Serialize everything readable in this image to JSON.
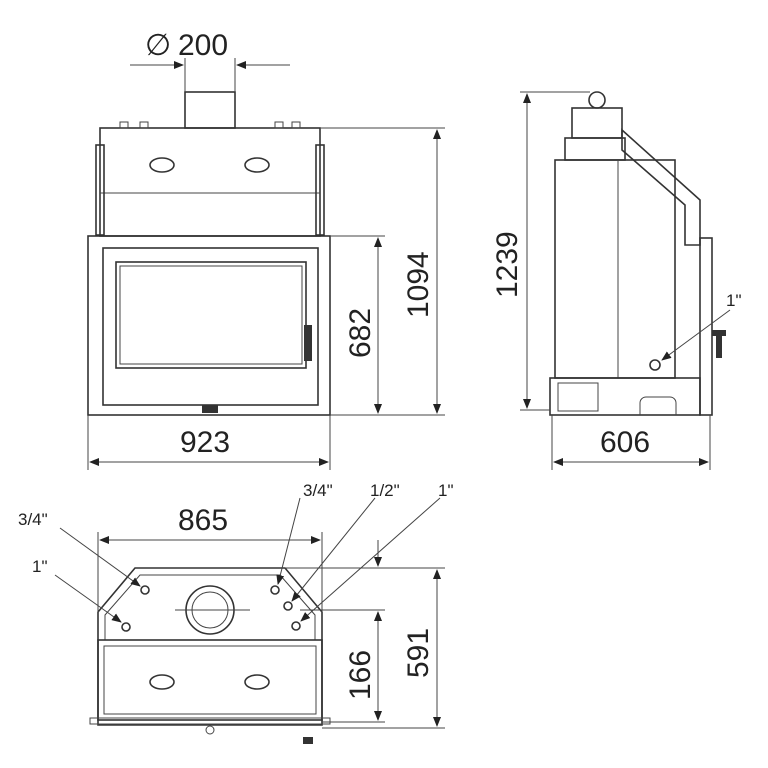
{
  "front_view": {
    "pipe_diameter": "200",
    "diameter_symbol": "∅",
    "height_total": "1094",
    "height_door": "682",
    "width": "923"
  },
  "side_view": {
    "height_total": "1239",
    "depth": "606",
    "connection": "1\""
  },
  "top_view": {
    "width": "865",
    "depth": "591",
    "pipe_offset": "166",
    "connections": [
      "3/4\"",
      "1\"",
      "3/4\"",
      "1/2\"",
      "1\""
    ]
  }
}
